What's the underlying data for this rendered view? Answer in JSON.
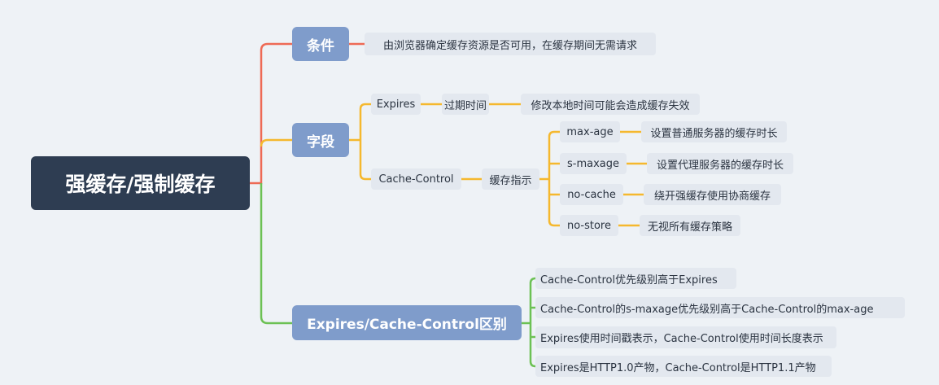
{
  "root": "强缓存/强制缓存",
  "branches": {
    "condition": {
      "label": "条件",
      "note": "由浏览器确定缓存资源是否可用，在缓存期间无需请求"
    },
    "fields": {
      "label": "字段",
      "expires": {
        "label": "Expires",
        "meaning": "过期时间",
        "note": "修改本地时间可能会造成缓存失效"
      },
      "cache_control": {
        "label": "Cache-Control",
        "meaning": "缓存指示",
        "directives": [
          {
            "label": "max-age",
            "note": "设置普通服务器的缓存时长"
          },
          {
            "label": "s-maxage",
            "note": "设置代理服务器的缓存时长"
          },
          {
            "label": "no-cache",
            "note": "绕开强缓存使用协商缓存"
          },
          {
            "label": "no-store",
            "note": "无视所有缓存策略"
          }
        ]
      }
    },
    "difference": {
      "label": "Expires/Cache-Control区别",
      "items": [
        "Cache-Control优先级别高于Expires",
        "Cache-Control的s-maxage优先级别高于Cache-Control的max-age",
        "Expires使用时间戳表示，Cache-Control使用时间长度表示",
        "Expires是HTTP1.0产物，Cache-Control是HTTP1.1产物"
      ]
    }
  },
  "colors": {
    "red": "#ee6a55",
    "orange": "#f5b82e",
    "green": "#6cc154",
    "root": "#2e3d52",
    "main": "#7f9ccb"
  }
}
